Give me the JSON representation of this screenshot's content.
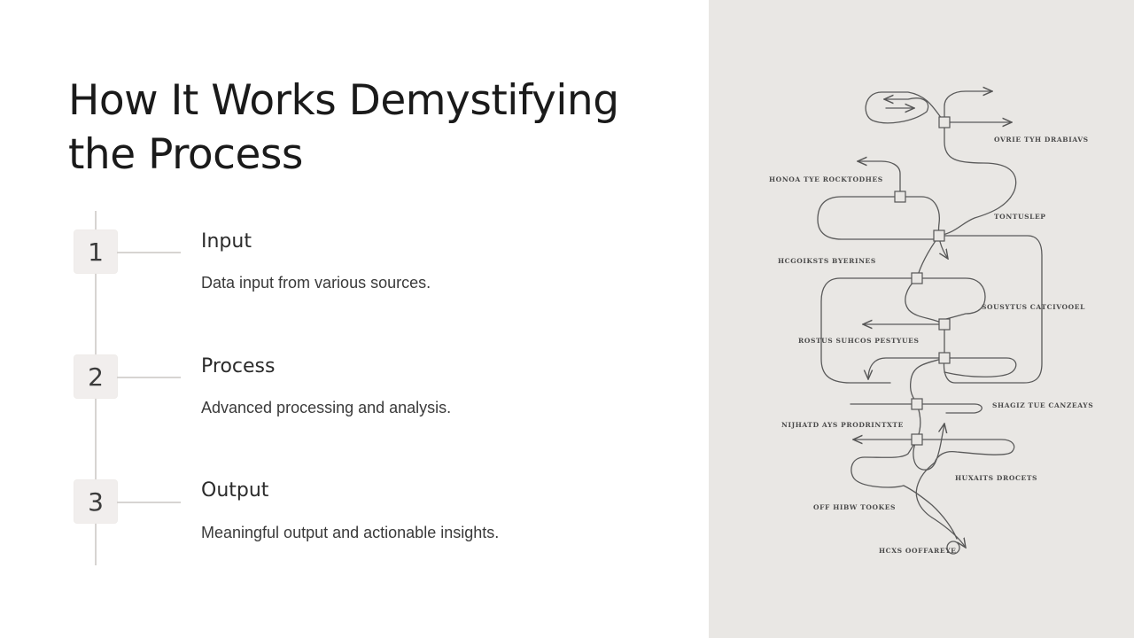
{
  "slide": {
    "title": "How It Works Demystifying the Process"
  },
  "steps": [
    {
      "number": "1",
      "title": "Input",
      "description": "Data input from various sources."
    },
    {
      "number": "2",
      "title": "Process",
      "description": "Advanced processing and analysis."
    },
    {
      "number": "3",
      "title": "Output",
      "description": "Meaningful output and actionable insights."
    }
  ],
  "diagram": {
    "labels": [
      "OVRIE TYH DRABIAVS",
      "HONOA TYE ROCKTODHES",
      "TONTUSLEP",
      "HCGOIKSTS BYERINES",
      "SOUSYTUS CATCIVOOEL",
      "ROSTUS SUHCOS PESTYUES",
      "SHAGIZ TUE CANZEAYS",
      "NIJHATD AYS PRODRINTXTE",
      "HUXAITS DROCETS",
      "OFF HIBW TOOKES",
      "HCXS OOFFAREYE"
    ]
  },
  "colors": {
    "panel_bg": "#e9e7e4",
    "line": "#555555",
    "timeline": "#d7d4d2",
    "badge_bg": "#f1eeed"
  }
}
